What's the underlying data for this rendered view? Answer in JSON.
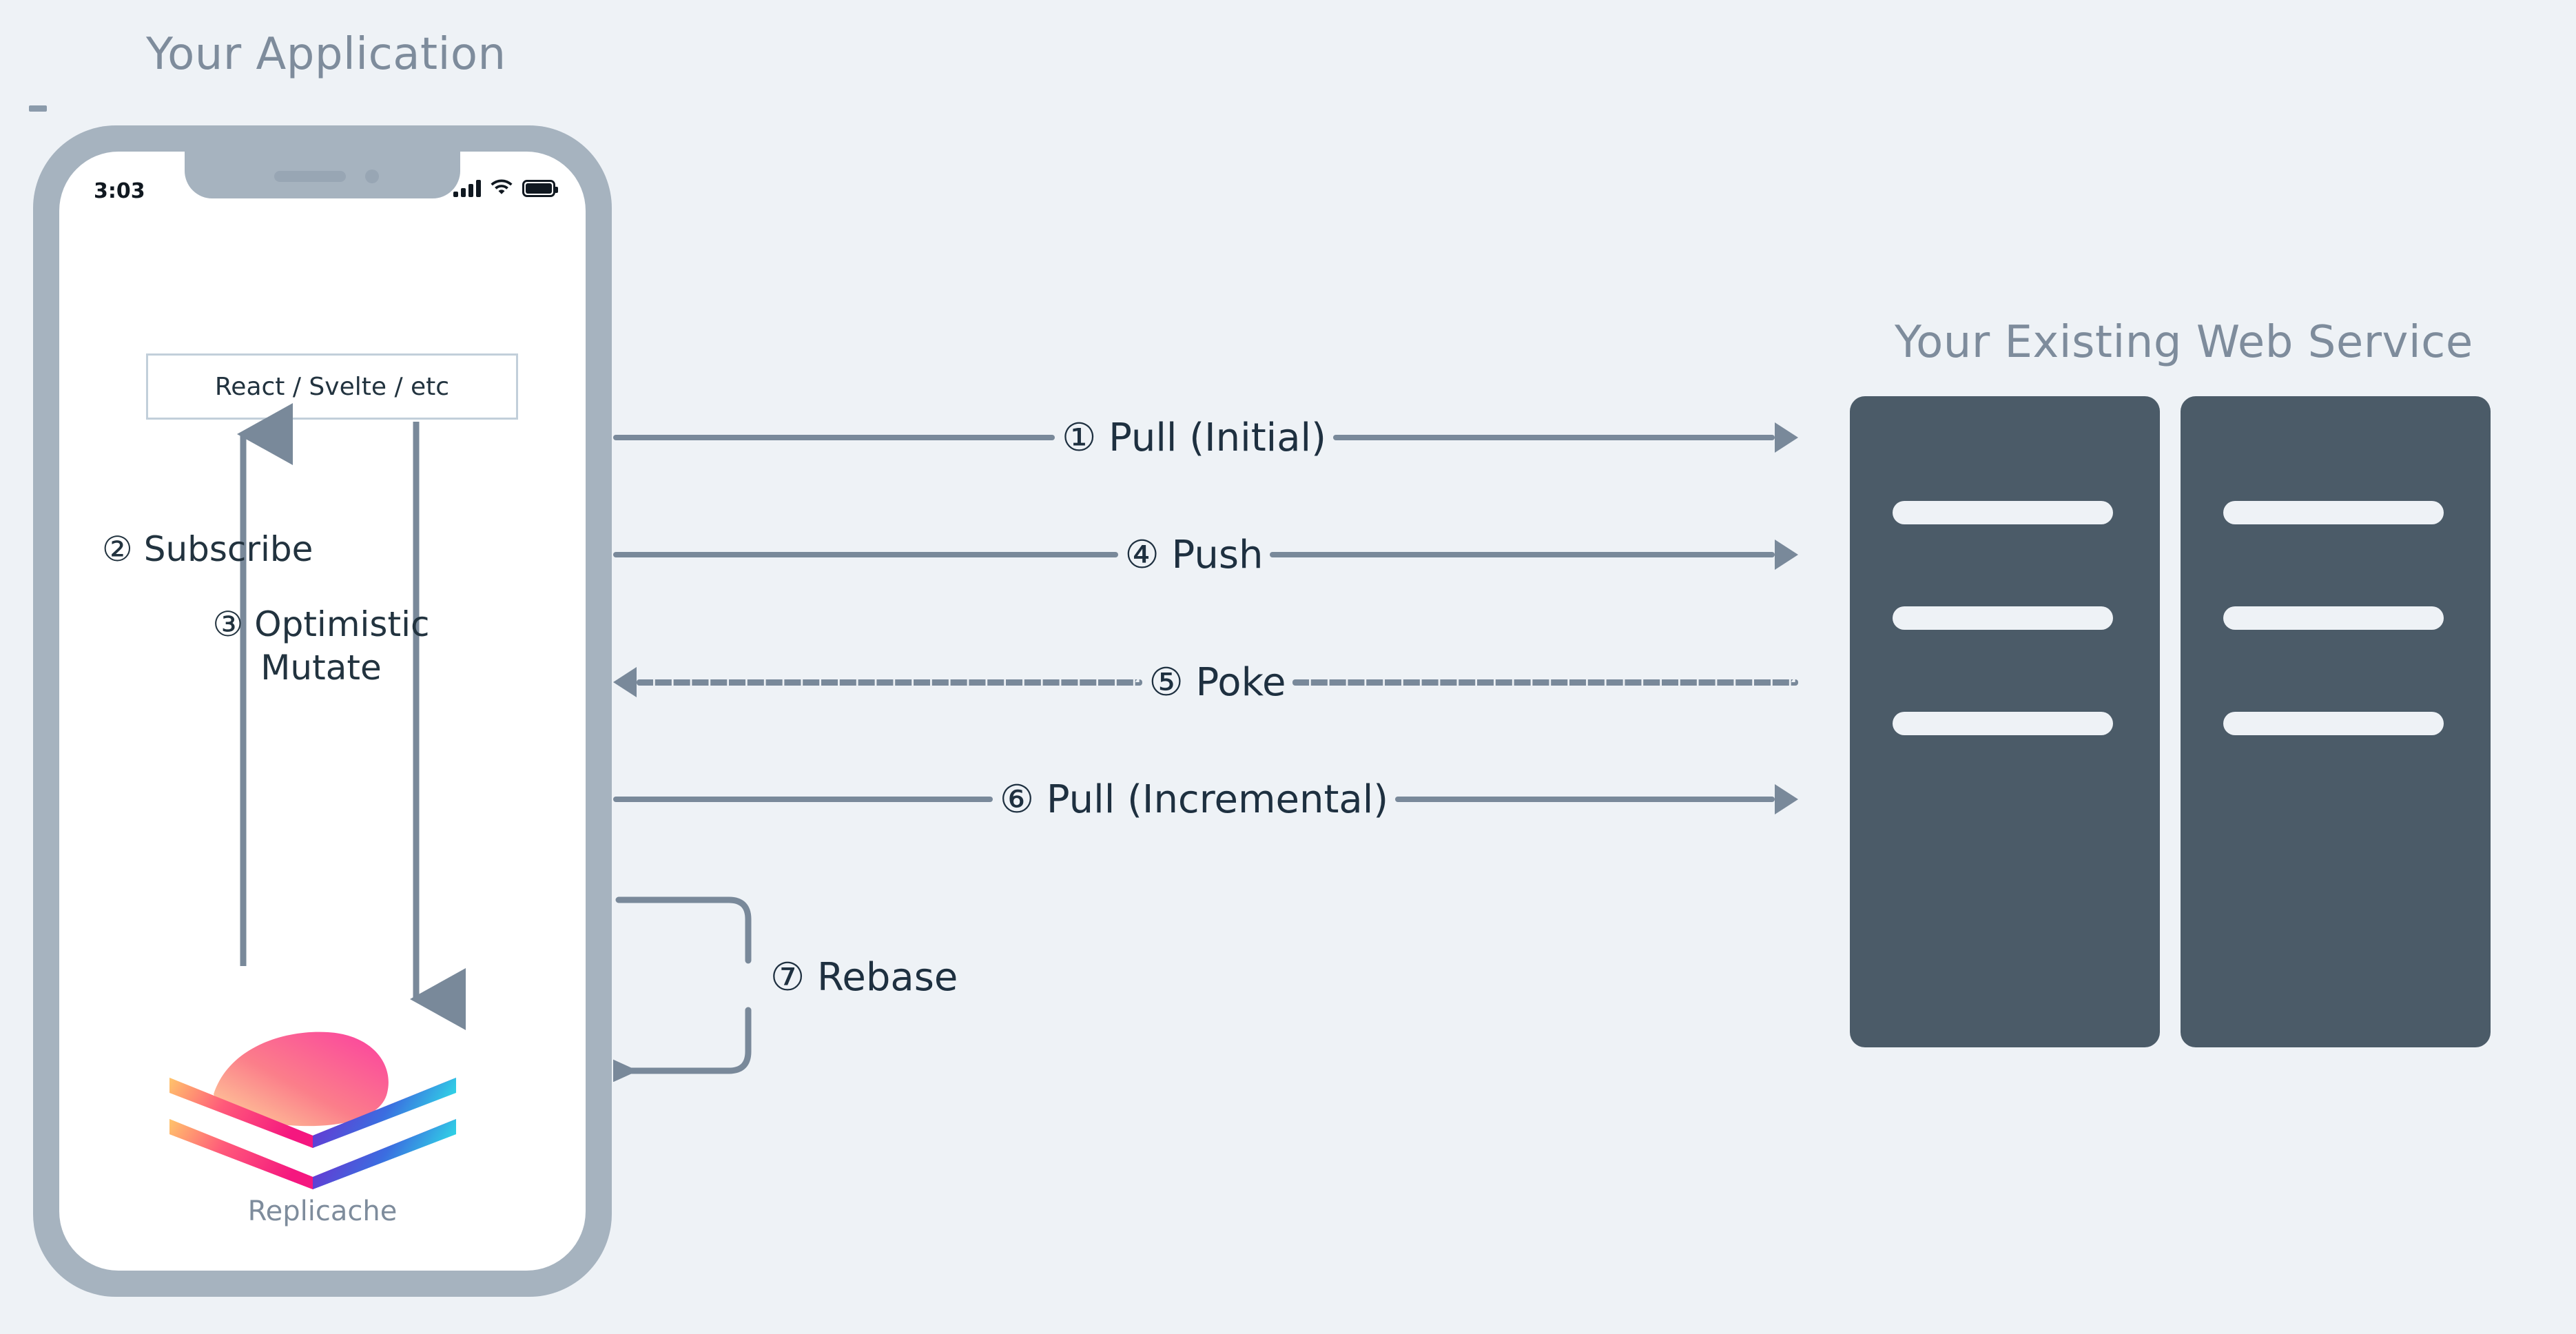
{
  "diagram": {
    "background_color": "#eef2f6",
    "accent_slate": "#79899a",
    "heading_color": "#7e8c9c",
    "text_color": "#1e3040",
    "server_color": "#4b5b68"
  },
  "app": {
    "title": "Your Application",
    "phone": {
      "status_time": "3:03",
      "status_icons": [
        "signal-icon",
        "wifi-icon",
        "battery-icon"
      ],
      "ui_box_label": "React / Svelte / etc",
      "subscribe_label": "② Subscribe",
      "mutate_label": "③ Optimistic Mutate",
      "store_name": "Replicache",
      "store_logo": "replicache-layers-logo"
    }
  },
  "service": {
    "title": "Your Existing Web Service",
    "racks": [
      {
        "slots": 3
      },
      {
        "slots": 3
      }
    ]
  },
  "flows": [
    {
      "id": "pull-initial",
      "label": "① Pull (Initial)",
      "direction": "right",
      "style": "solid"
    },
    {
      "id": "push",
      "label": "④ Push",
      "direction": "right",
      "style": "solid"
    },
    {
      "id": "poke",
      "label": "⑤ Poke",
      "direction": "left",
      "style": "dashed"
    },
    {
      "id": "pull-incr",
      "label": "⑥ Pull (Incremental)",
      "direction": "right",
      "style": "solid"
    },
    {
      "id": "rebase",
      "label": "⑦ Rebase",
      "direction": "loop",
      "style": "solid"
    }
  ]
}
